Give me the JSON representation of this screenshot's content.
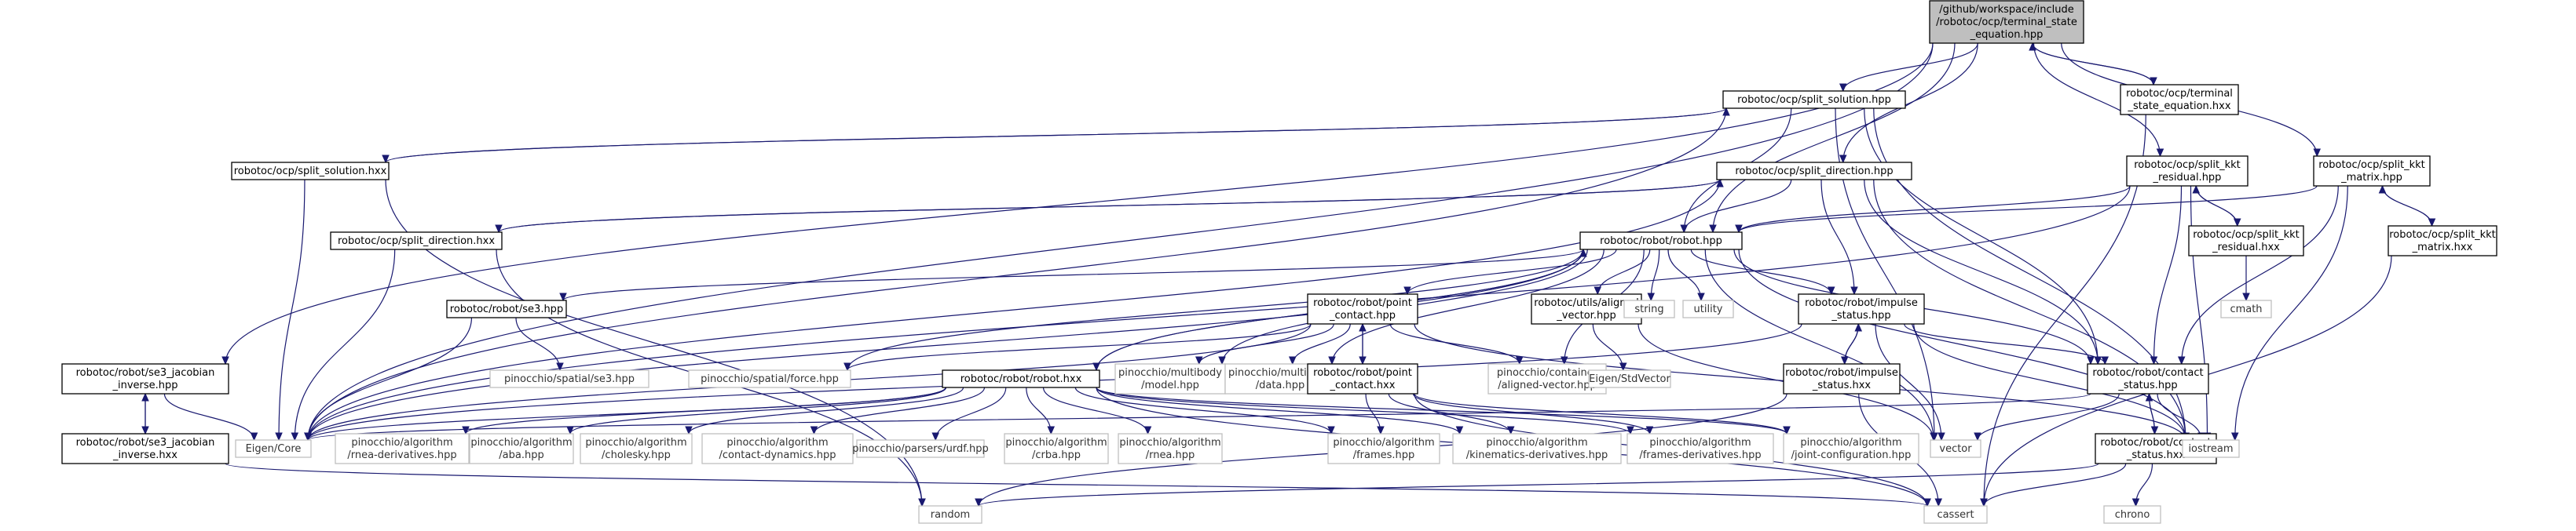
{
  "graph": {
    "title": "/github/workspace/include/robotoc/ocp/terminal_state_equation.hpp",
    "nodes": [
      {
        "id": "root",
        "lines": [
          "/github/workspace/include",
          "/robotoc/ocp/terminal_state",
          "_equation.hpp"
        ],
        "kind": "root"
      },
      {
        "id": "term_hxx",
        "lines": [
          "robotoc/ocp/terminal",
          "_state_equation.hxx"
        ],
        "kind": "loc"
      },
      {
        "id": "split_sol_hpp",
        "lines": [
          "robotoc/ocp/split_solution.hpp"
        ],
        "kind": "loc"
      },
      {
        "id": "split_sol_hxx",
        "lines": [
          "robotoc/ocp/split_solution.hxx"
        ],
        "kind": "loc"
      },
      {
        "id": "split_dir_hpp",
        "lines": [
          "robotoc/ocp/split_direction.hpp"
        ],
        "kind": "loc"
      },
      {
        "id": "split_dir_hxx",
        "lines": [
          "robotoc/ocp/split_direction.hxx"
        ],
        "kind": "loc"
      },
      {
        "id": "kkt_res_hpp",
        "lines": [
          "robotoc/ocp/split_kkt",
          "_residual.hpp"
        ],
        "kind": "loc"
      },
      {
        "id": "kkt_mat_hpp",
        "lines": [
          "robotoc/ocp/split_kkt",
          "_matrix.hpp"
        ],
        "kind": "loc"
      },
      {
        "id": "kkt_res_hxx",
        "lines": [
          "robotoc/ocp/split_kkt",
          "_residual.hxx"
        ],
        "kind": "loc"
      },
      {
        "id": "kkt_mat_hxx",
        "lines": [
          "robotoc/ocp/split_kkt",
          "_matrix.hxx"
        ],
        "kind": "loc"
      },
      {
        "id": "robot_hpp",
        "lines": [
          "robotoc/robot/robot.hpp"
        ],
        "kind": "loc"
      },
      {
        "id": "se3_hpp",
        "lines": [
          "robotoc/robot/se3.hpp"
        ],
        "kind": "loc"
      },
      {
        "id": "point_contact_hpp",
        "lines": [
          "robotoc/robot/point",
          "_contact.hpp"
        ],
        "kind": "loc"
      },
      {
        "id": "aligned_vec",
        "lines": [
          "robotoc/utils/aligned",
          "_vector.hpp"
        ],
        "kind": "loc"
      },
      {
        "id": "string",
        "lines": [
          "string"
        ],
        "kind": "sys"
      },
      {
        "id": "utility",
        "lines": [
          "utility"
        ],
        "kind": "sys"
      },
      {
        "id": "impulse_hpp",
        "lines": [
          "robotoc/robot/impulse",
          "_status.hpp"
        ],
        "kind": "loc"
      },
      {
        "id": "cmath",
        "lines": [
          "cmath"
        ],
        "kind": "sys"
      },
      {
        "id": "se3_jac_hpp",
        "lines": [
          "robotoc/robot/se3_jacobian",
          "_inverse.hpp"
        ],
        "kind": "loc"
      },
      {
        "id": "se3_jac_hxx",
        "lines": [
          "robotoc/robot/se3_jacobian",
          "_inverse.hxx"
        ],
        "kind": "loc"
      },
      {
        "id": "pin_se3",
        "lines": [
          "pinocchio/spatial/se3.hpp"
        ],
        "kind": "sys"
      },
      {
        "id": "pin_force",
        "lines": [
          "pinocchio/spatial/force.hpp"
        ],
        "kind": "sys"
      },
      {
        "id": "robot_hxx",
        "lines": [
          "robotoc/robot/robot.hxx"
        ],
        "kind": "loc"
      },
      {
        "id": "pin_model",
        "lines": [
          "pinocchio/multibody",
          "/model.hpp"
        ],
        "kind": "sys"
      },
      {
        "id": "pin_data",
        "lines": [
          "pinocchio/multibody",
          "/data.hpp"
        ],
        "kind": "sys"
      },
      {
        "id": "point_contact_hxx",
        "lines": [
          "robotoc/robot/point",
          "_contact.hxx"
        ],
        "kind": "loc"
      },
      {
        "id": "pin_aligned",
        "lines": [
          "pinocchio/container",
          "/aligned-vector.hpp"
        ],
        "kind": "sys"
      },
      {
        "id": "eigen_std",
        "lines": [
          "Eigen/StdVector"
        ],
        "kind": "sys"
      },
      {
        "id": "impulse_hxx",
        "lines": [
          "robotoc/robot/impulse",
          "_status.hxx"
        ],
        "kind": "loc"
      },
      {
        "id": "contact_hpp",
        "lines": [
          "robotoc/robot/contact",
          "_status.hpp"
        ],
        "kind": "loc"
      },
      {
        "id": "contact_hxx",
        "lines": [
          "robotoc/robot/contact",
          "_status.hxx"
        ],
        "kind": "loc"
      },
      {
        "id": "eigen_core",
        "lines": [
          "Eigen/Core"
        ],
        "kind": "sys"
      },
      {
        "id": "rnea_der",
        "lines": [
          "pinocchio/algorithm",
          "/rnea-derivatives.hpp"
        ],
        "kind": "sys"
      },
      {
        "id": "aba",
        "lines": [
          "pinocchio/algorithm",
          "/aba.hpp"
        ],
        "kind": "sys"
      },
      {
        "id": "cholesky",
        "lines": [
          "pinocchio/algorithm",
          "/cholesky.hpp"
        ],
        "kind": "sys"
      },
      {
        "id": "contact_dyn",
        "lines": [
          "pinocchio/algorithm",
          "/contact-dynamics.hpp"
        ],
        "kind": "sys"
      },
      {
        "id": "urdf",
        "lines": [
          "pinocchio/parsers/urdf.hpp"
        ],
        "kind": "sys"
      },
      {
        "id": "crba",
        "lines": [
          "pinocchio/algorithm",
          "/crba.hpp"
        ],
        "kind": "sys"
      },
      {
        "id": "rnea",
        "lines": [
          "pinocchio/algorithm",
          "/rnea.hpp"
        ],
        "kind": "sys"
      },
      {
        "id": "frames",
        "lines": [
          "pinocchio/algorithm",
          "/frames.hpp"
        ],
        "kind": "sys"
      },
      {
        "id": "kin_der",
        "lines": [
          "pinocchio/algorithm",
          "/kinematics-derivatives.hpp"
        ],
        "kind": "sys"
      },
      {
        "id": "frames_der",
        "lines": [
          "pinocchio/algorithm",
          "/frames-derivatives.hpp"
        ],
        "kind": "sys"
      },
      {
        "id": "joint_conf",
        "lines": [
          "pinocchio/algorithm",
          "/joint-configuration.hpp"
        ],
        "kind": "sys"
      },
      {
        "id": "vector",
        "lines": [
          "vector"
        ],
        "kind": "sys"
      },
      {
        "id": "iostream",
        "lines": [
          "iostream"
        ],
        "kind": "sys"
      },
      {
        "id": "random",
        "lines": [
          "random"
        ],
        "kind": "sys"
      },
      {
        "id": "cassert",
        "lines": [
          "cassert"
        ],
        "kind": "sys"
      },
      {
        "id": "chrono",
        "lines": [
          "chrono"
        ],
        "kind": "sys"
      }
    ],
    "edges": [
      [
        "root",
        "term_hxx"
      ],
      [
        "term_hxx",
        "root"
      ],
      [
        "root",
        "split_sol_hpp"
      ],
      [
        "root",
        "split_dir_hpp"
      ],
      [
        "root",
        "kkt_res_hpp"
      ],
      [
        "root",
        "kkt_mat_hpp"
      ],
      [
        "root",
        "robot_hpp"
      ],
      [
        "root",
        "eigen_core"
      ],
      [
        "root",
        "se3_jac_hpp"
      ],
      [
        "term_hxx",
        "cassert"
      ],
      [
        "split_sol_hpp",
        "split_sol_hxx"
      ],
      [
        "split_sol_hxx",
        "split_sol_hpp"
      ],
      [
        "split_sol_hpp",
        "robot_hpp"
      ],
      [
        "split_sol_hpp",
        "contact_hpp"
      ],
      [
        "split_sol_hpp",
        "eigen_core"
      ],
      [
        "split_sol_hpp",
        "vector"
      ],
      [
        "split_sol_hpp",
        "iostream"
      ],
      [
        "split_sol_hxx",
        "random"
      ],
      [
        "split_sol_hxx",
        "eigen_core"
      ],
      [
        "split_dir_hpp",
        "split_dir_hxx"
      ],
      [
        "split_dir_hxx",
        "split_dir_hpp"
      ],
      [
        "split_dir_hpp",
        "robot_hpp"
      ],
      [
        "split_dir_hpp",
        "contact_hpp"
      ],
      [
        "split_dir_hpp",
        "impulse_hpp"
      ],
      [
        "split_dir_hpp",
        "eigen_core"
      ],
      [
        "split_dir_hpp",
        "iostream"
      ],
      [
        "split_dir_hxx",
        "random"
      ],
      [
        "split_dir_hxx",
        "eigen_core"
      ],
      [
        "kkt_res_hpp",
        "kkt_res_hxx"
      ],
      [
        "kkt_res_hxx",
        "kkt_res_hpp"
      ],
      [
        "kkt_res_hpp",
        "robot_hpp"
      ],
      [
        "kkt_res_hpp",
        "contact_hpp"
      ],
      [
        "kkt_res_hpp",
        "eigen_core"
      ],
      [
        "kkt_res_hpp",
        "iostream"
      ],
      [
        "kkt_res_hxx",
        "cmath"
      ],
      [
        "kkt_mat_hpp",
        "kkt_mat_hxx"
      ],
      [
        "kkt_mat_hxx",
        "kkt_mat_hpp"
      ],
      [
        "kkt_mat_hpp",
        "robot_hpp"
      ],
      [
        "kkt_mat_hpp",
        "contact_hpp"
      ],
      [
        "kkt_mat_hpp",
        "iostream"
      ],
      [
        "kkt_mat_hxx",
        "cassert"
      ],
      [
        "robot_hpp",
        "se3_hpp"
      ],
      [
        "robot_hpp",
        "point_contact_hpp"
      ],
      [
        "robot_hpp",
        "aligned_vec"
      ],
      [
        "robot_hpp",
        "string"
      ],
      [
        "robot_hpp",
        "utility"
      ],
      [
        "robot_hpp",
        "impulse_hpp"
      ],
      [
        "robot_hpp",
        "contact_hpp"
      ],
      [
        "robot_hpp",
        "robot_hxx"
      ],
      [
        "robot_hxx",
        "robot_hpp"
      ],
      [
        "robot_hpp",
        "pin_model"
      ],
      [
        "robot_hpp",
        "pin_data"
      ],
      [
        "robot_hpp",
        "pin_aligned"
      ],
      [
        "robot_hpp",
        "pin_force"
      ],
      [
        "robot_hpp",
        "eigen_core"
      ],
      [
        "robot_hpp",
        "vector"
      ],
      [
        "robot_hpp",
        "iostream"
      ],
      [
        "se3_hpp",
        "pin_se3"
      ],
      [
        "se3_hpp",
        "eigen_core"
      ],
      [
        "point_contact_hpp",
        "point_contact_hxx"
      ],
      [
        "point_contact_hxx",
        "point_contact_hpp"
      ],
      [
        "point_contact_hpp",
        "pin_model"
      ],
      [
        "point_contact_hpp",
        "pin_data"
      ],
      [
        "point_contact_hpp",
        "pin_aligned"
      ],
      [
        "point_contact_hpp",
        "pin_force"
      ],
      [
        "point_contact_hpp",
        "eigen_core"
      ],
      [
        "point_contact_hpp",
        "iostream"
      ],
      [
        "point_contact_hxx",
        "frames"
      ],
      [
        "point_contact_hxx",
        "kin_der"
      ],
      [
        "point_contact_hxx",
        "frames_der"
      ],
      [
        "point_contact_hxx",
        "joint_conf"
      ],
      [
        "point_contact_hxx",
        "cassert"
      ],
      [
        "aligned_vec",
        "eigen_std"
      ],
      [
        "aligned_vec",
        "vector"
      ],
      [
        "impulse_hpp",
        "impulse_hxx"
      ],
      [
        "impulse_hxx",
        "impulse_hpp"
      ],
      [
        "impulse_hpp",
        "contact_hpp"
      ],
      [
        "impulse_hpp",
        "eigen_core"
      ],
      [
        "impulse_hpp",
        "vector"
      ],
      [
        "impulse_hpp",
        "iostream"
      ],
      [
        "impulse_hxx",
        "cassert"
      ],
      [
        "impulse_hxx",
        "random"
      ],
      [
        "contact_hpp",
        "contact_hxx"
      ],
      [
        "contact_hxx",
        "contact_hpp"
      ],
      [
        "contact_hpp",
        "eigen_core"
      ],
      [
        "contact_hpp",
        "vector"
      ],
      [
        "contact_hpp",
        "iostream"
      ],
      [
        "contact_hxx",
        "cassert"
      ],
      [
        "contact_hxx",
        "random"
      ],
      [
        "contact_hxx",
        "chrono"
      ],
      [
        "se3_jac_hpp",
        "se3_jac_hxx"
      ],
      [
        "se3_jac_hxx",
        "se3_jac_hpp"
      ],
      [
        "se3_jac_hpp",
        "eigen_core"
      ],
      [
        "se3_jac_hxx",
        "cassert"
      ],
      [
        "robot_hxx",
        "rnea_der"
      ],
      [
        "robot_hxx",
        "aba"
      ],
      [
        "robot_hxx",
        "cholesky"
      ],
      [
        "robot_hxx",
        "contact_dyn"
      ],
      [
        "robot_hxx",
        "urdf"
      ],
      [
        "robot_hxx",
        "crba"
      ],
      [
        "robot_hxx",
        "rnea"
      ],
      [
        "robot_hxx",
        "frames"
      ],
      [
        "robot_hxx",
        "kin_der"
      ],
      [
        "robot_hxx",
        "frames_der"
      ],
      [
        "robot_hxx",
        "joint_conf"
      ],
      [
        "robot_hxx",
        "eigen_core"
      ],
      [
        "robot_hxx",
        "cassert"
      ]
    ]
  }
}
